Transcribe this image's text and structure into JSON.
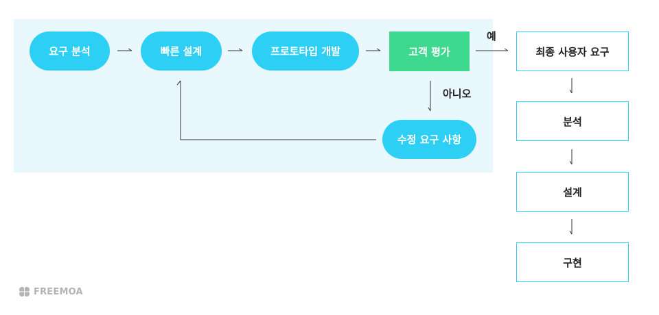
{
  "nodes": {
    "requirements_analysis": "요구 분석",
    "quick_design": "빠른 설계",
    "prototype_dev": "프로토타입 개발",
    "customer_eval": "고객 평가",
    "revise_requirements": "수정 요구 사항",
    "final_requirements": "최종 사용자 요구",
    "analysis": "분석",
    "design": "설계",
    "implementation": "구현"
  },
  "edges": {
    "yes_label": "예",
    "no_label": "아니오"
  },
  "colors": {
    "pill": "#2ecff4",
    "eval": "#3ed88f",
    "panel": "#e8f8fd",
    "box_border": "#2ecff4",
    "line": "#333333"
  },
  "logo": {
    "text": "FREEMOA"
  }
}
